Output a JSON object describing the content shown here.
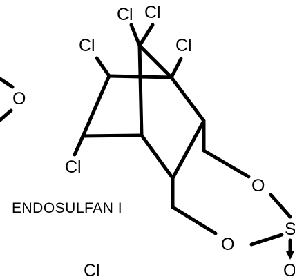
{
  "diagram": {
    "caption": "ENDOSULFAN I",
    "atoms": {
      "cl_bridge_left": "Cl",
      "cl_bridge_right": "Cl",
      "cl_upper_left": "Cl",
      "cl_upper_right": "Cl",
      "cl_lower_left": "Cl",
      "cl_bottom": "Cl",
      "o_left_partial": "O",
      "o_ring_upper": "O",
      "o_ring_lower": "O",
      "s_sulfite": "S",
      "o_sulfinyl": "O"
    },
    "colors": {
      "ink": "#000000",
      "background": "#ffffff"
    }
  }
}
